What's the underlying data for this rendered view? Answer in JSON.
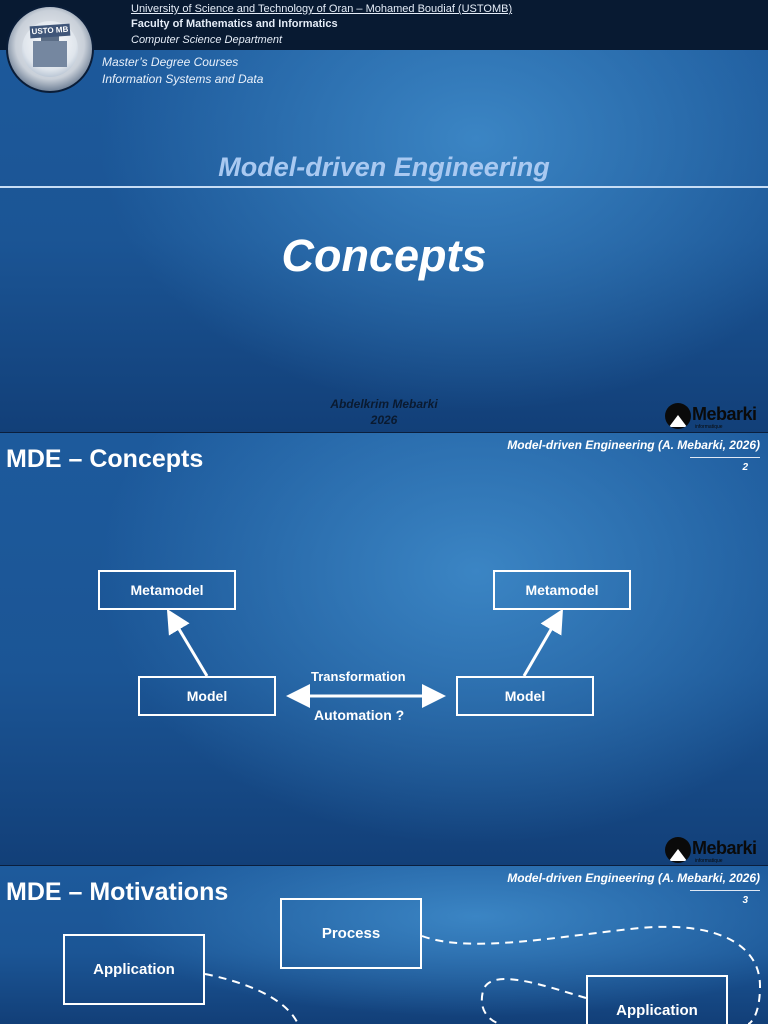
{
  "slide1": {
    "university": "University of Science and Technology of Oran – Mohamed Boudiaf (USTOMB)",
    "faculty": "Faculty of Mathematics and Informatics",
    "department": "Computer Science Department",
    "program_line1": "Master’s Degree Courses",
    "program_line2": "Information Systems and Data",
    "course_title": "Model-driven Engineering",
    "title": "Concepts",
    "author": "Abdelkrim Mebarki",
    "year": "2026",
    "logo_tag": "USTO MB"
  },
  "brand": {
    "word": "ebarki",
    "initial": "M",
    "subtext": "informatique"
  },
  "slide2": {
    "heading": "MDE – Concepts",
    "reference": "Model-driven Engineering (A. Mebarki, 2026)",
    "page": "2",
    "left_metamodel": "Metamodel",
    "right_metamodel": "Metamodel",
    "left_model": "Model",
    "right_model": "Model",
    "transformation": "Transformation",
    "automation": "Automation ?"
  },
  "slide3": {
    "heading": "MDE – Motivations",
    "reference": "Model-driven Engineering (A. Mebarki, 2026)",
    "page": "3",
    "process": "Process",
    "application_left": "Application",
    "application_right": "Application"
  },
  "colors": {
    "background": "#1d5a9c",
    "accent_title": "#a9c9f1",
    "topbar": "#081a32"
  }
}
